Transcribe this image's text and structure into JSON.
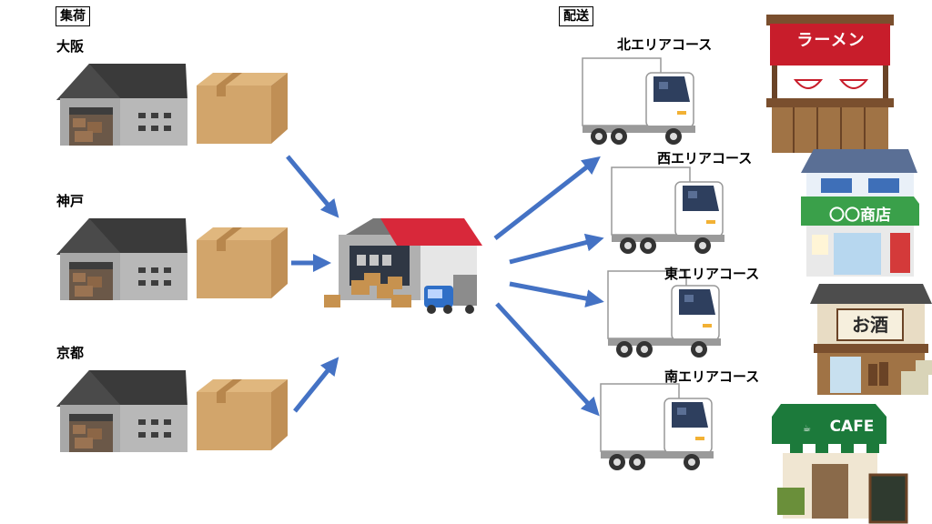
{
  "collection": {
    "label": "集荷",
    "sources": [
      {
        "city": "大阪"
      },
      {
        "city": "神戸"
      },
      {
        "city": "京都"
      }
    ]
  },
  "delivery": {
    "label": "配送",
    "courses": [
      {
        "name": "北エリアコース"
      },
      {
        "name": "西エリアコース"
      },
      {
        "name": "東エリアコース"
      },
      {
        "name": "南エリアコース"
      }
    ]
  },
  "shops": {
    "ramen_sign": "ラーメン",
    "store_sign": "〇〇商店",
    "sake_sign": "お酒",
    "cafe_sign": "CAFE"
  },
  "colors": {
    "arrow": "#4472c4",
    "roof": "#3a3a3a",
    "warehouse_wall": "#b8b8b8",
    "box": "#d2a56b",
    "hub_roof": "#d8283a",
    "truck_cab": "#2f6fc7"
  }
}
